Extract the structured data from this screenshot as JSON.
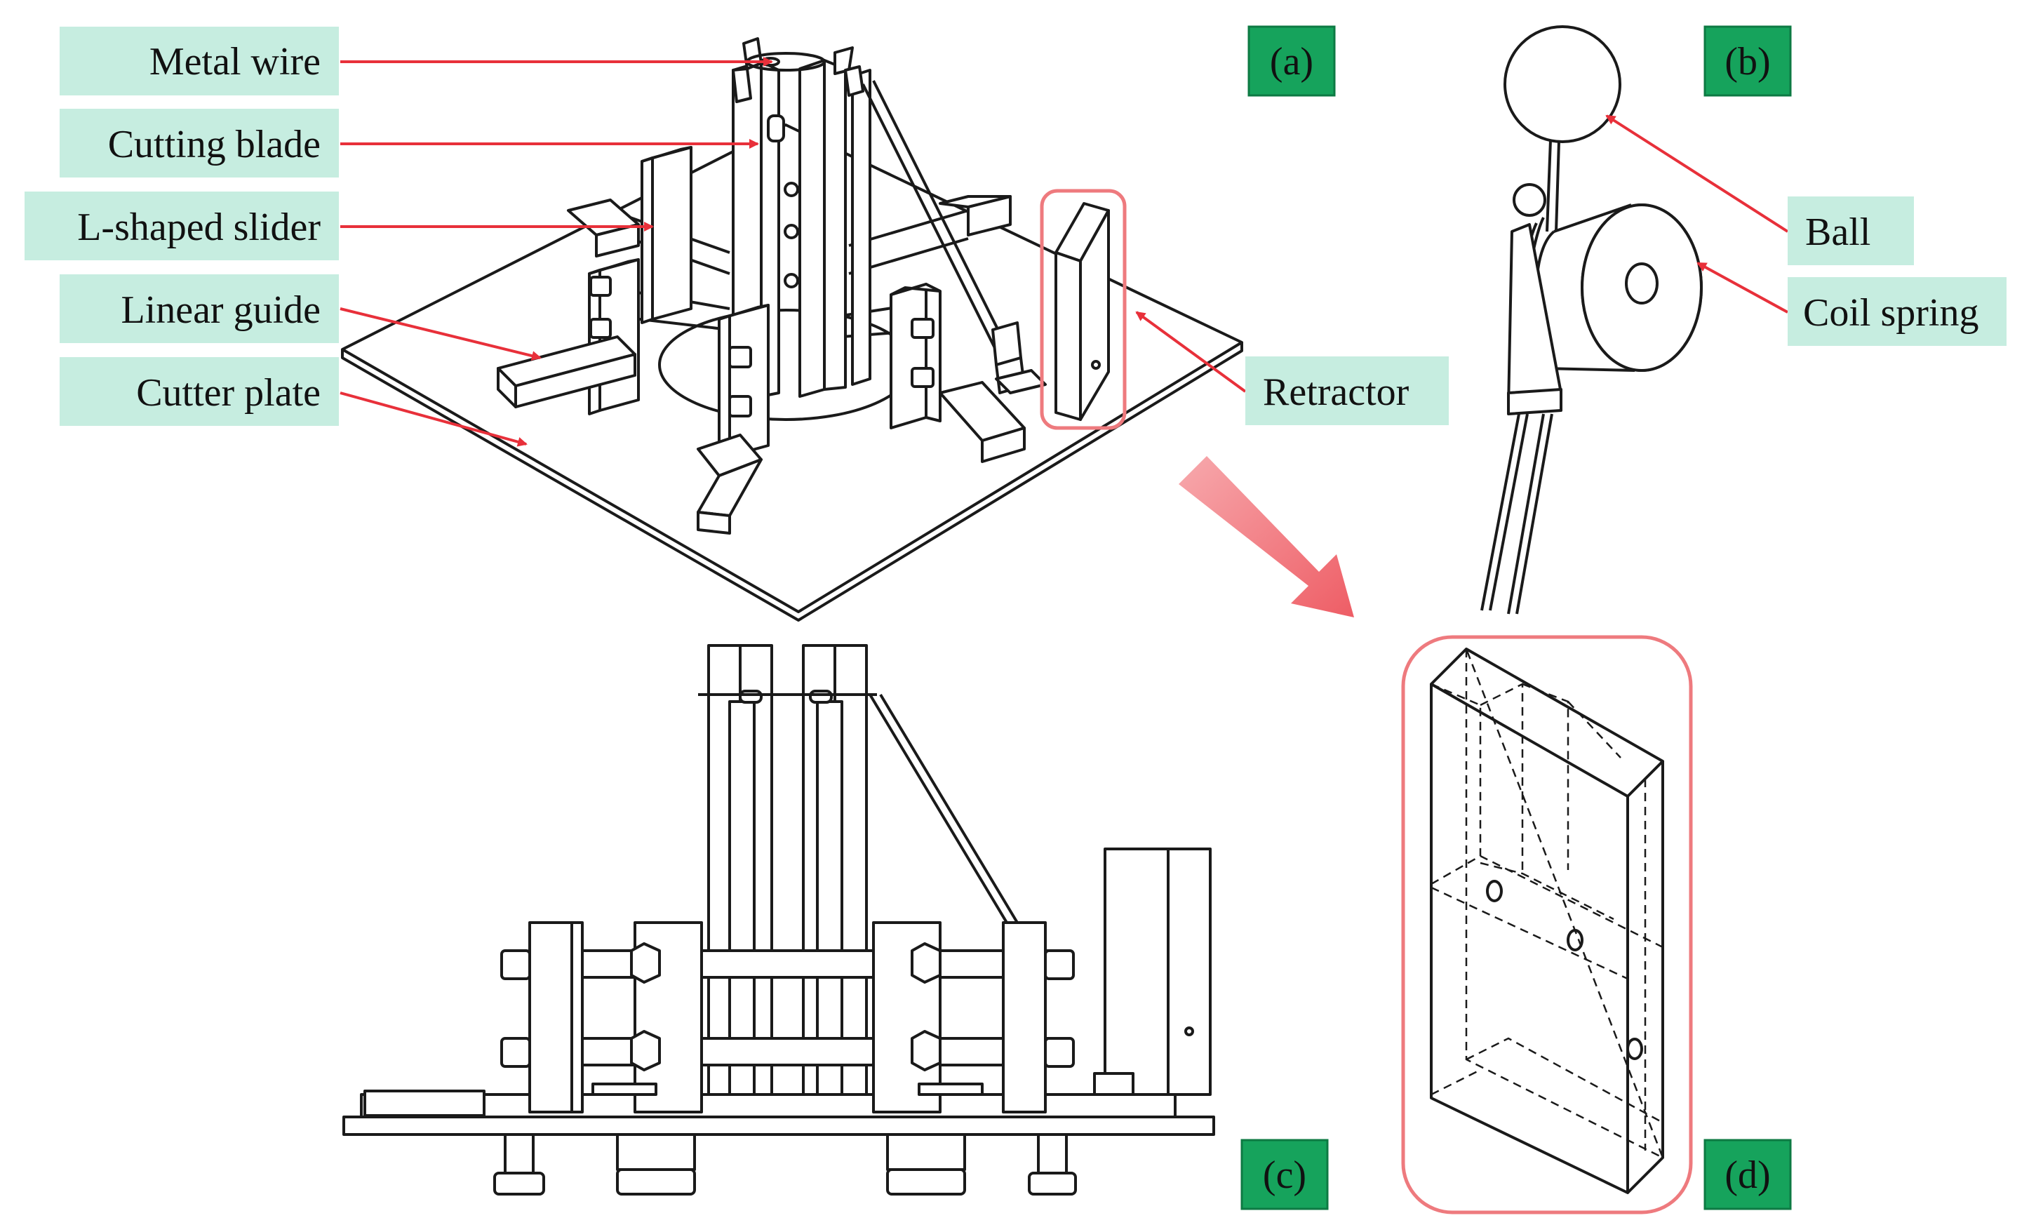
{
  "labels": {
    "metal_wire": "Metal wire",
    "cutting_blade": "Cutting blade",
    "l_shaped_slider": "L-shaped slider",
    "linear_guide": "Linear guide",
    "cutter_plate": "Cutter plate",
    "retractor": "Retractor",
    "ball": "Ball",
    "coil_spring": "Coil spring"
  },
  "panels": {
    "a": "(a)",
    "b": "(b)",
    "c": "(c)",
    "d": "(d)"
  },
  "colors": {
    "label_fill": "#c6ede0",
    "panel_fill": "#16a35c",
    "arrow": "#e8303a",
    "highlight": "#ee7a7e"
  }
}
